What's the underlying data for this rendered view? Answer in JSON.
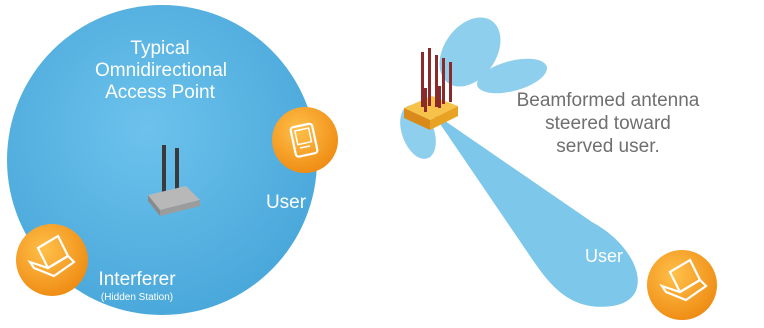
{
  "left_panel": {
    "title_lines": [
      "Typical",
      "Omnidirectional",
      "Access Point"
    ],
    "user_label": "User",
    "interferer_label": "Interferer",
    "interferer_sublabel": "(Hidden Station)"
  },
  "right_panel": {
    "caption_lines": [
      "Beamformed antenna",
      "steered toward",
      "served user."
    ],
    "user_label": "User"
  },
  "colors": {
    "coverage": "#5bb4e3",
    "beam": "#7cc7ea",
    "device_badge": "#f29a1e",
    "antenna": "#8b2a2a",
    "caption_text": "#6f6f6f"
  },
  "icons": [
    "access-point-icon",
    "pda-icon",
    "laptop-icon",
    "beamforming-antenna-icon"
  ]
}
